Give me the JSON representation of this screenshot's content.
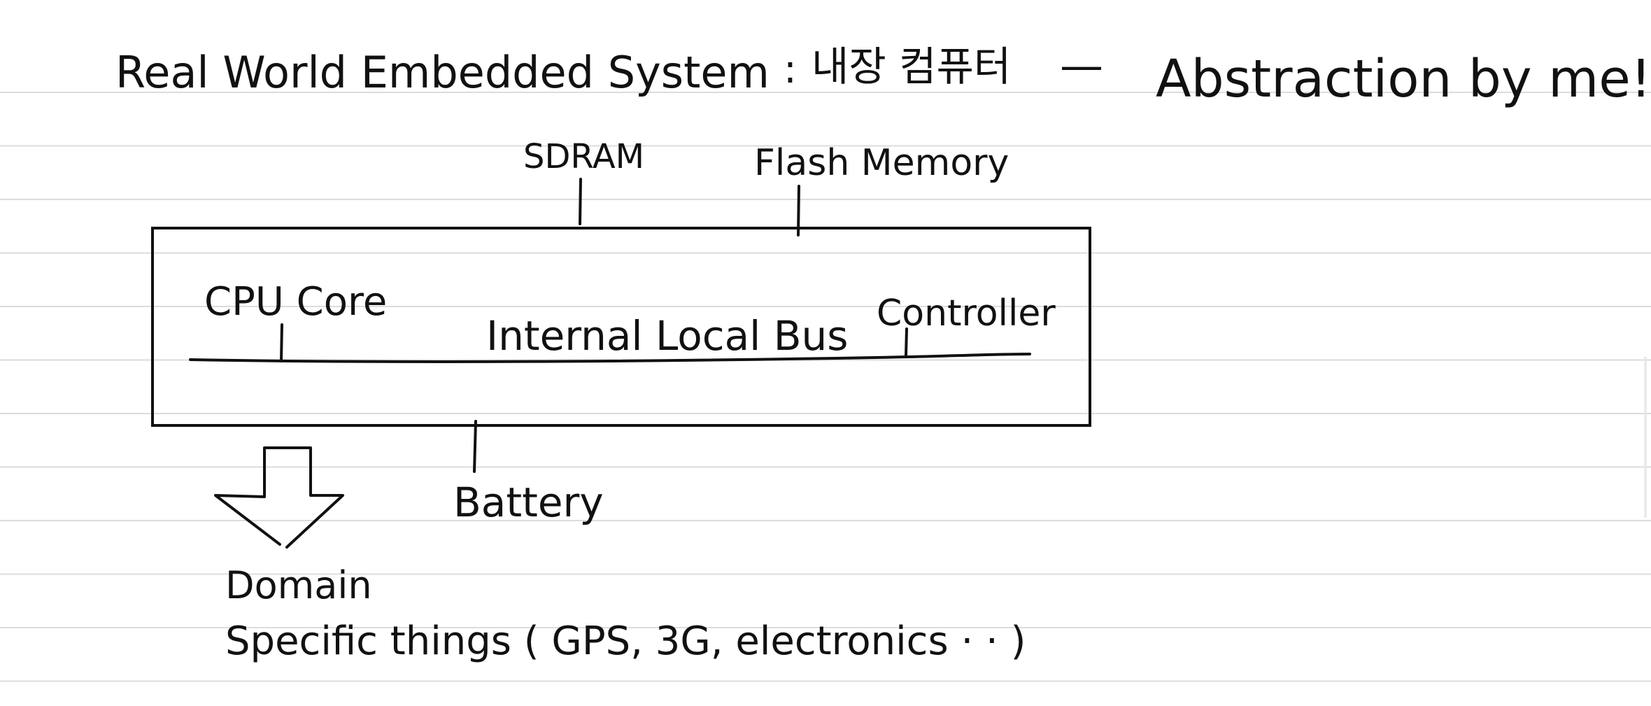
{
  "title": {
    "part1": "Real World Embedded System",
    "separator": ":",
    "korean": "내장 컴퓨터",
    "dash": "—",
    "part2": "Abstraction by me!"
  },
  "labels": {
    "sdram": "SDRAM",
    "flash": "Flash Memory",
    "cpu": "CPU Core",
    "bus": "Internal Local Bus",
    "controller": "Controller",
    "battery": "Battery",
    "domain_line1": "Domain",
    "domain_line2": "Specific things ( GPS, 3G, electronics · · )"
  },
  "colors": {
    "ink": "#111111",
    "ruled_line": "#dcdcdc",
    "paper": "#ffffff"
  }
}
